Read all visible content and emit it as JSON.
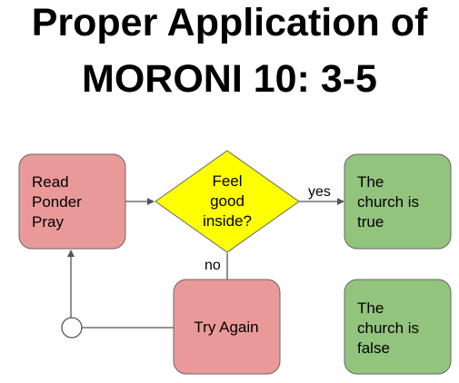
{
  "title": {
    "line1": "Proper Application of",
    "line2": "MORONI 10: 3-5"
  },
  "nodes": {
    "read_ponder_pray": {
      "lines": [
        "Read",
        "Ponder",
        "Pray"
      ]
    },
    "feel_good": {
      "lines": [
        "Feel",
        "good",
        "inside?"
      ]
    },
    "church_true": {
      "lines": [
        "The",
        "church is",
        "true"
      ]
    },
    "try_again": {
      "lines": [
        "Try Again"
      ]
    },
    "church_false": {
      "lines": [
        "The",
        "church is",
        "false"
      ]
    }
  },
  "edges": {
    "yes_label": "yes",
    "no_label": "no"
  },
  "colors": {
    "process_fill": "#ea9999",
    "decision_fill": "#ffff00",
    "outcome_fill": "#93c47d",
    "border": "#666666"
  }
}
